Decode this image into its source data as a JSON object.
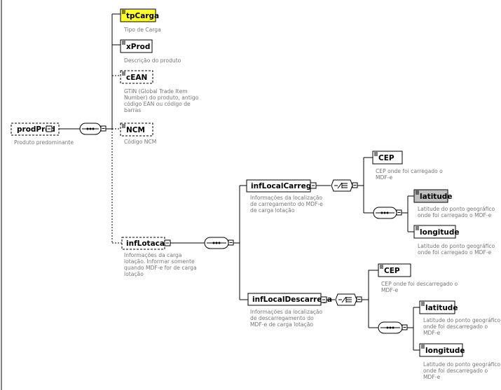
{
  "elements": {
    "prodPred": {
      "name": "prodPred",
      "doc": [
        "Produto predominante"
      ]
    },
    "tpCarga": {
      "name": "tpCarga",
      "doc": [
        "Tipo de Carga"
      ]
    },
    "xProd": {
      "name": "xProd",
      "doc": [
        "Descrição do produto"
      ]
    },
    "cEAN": {
      "name": "cEAN",
      "doc": [
        "GTIN (Global Trade Item",
        "Number) do produto, antigo",
        "código EAN ou código de",
        "barras"
      ]
    },
    "NCM": {
      "name": "NCM",
      "doc": [
        "Código NCM"
      ]
    },
    "infLotacao": {
      "name": "infLotacao",
      "doc": [
        "Informações da carga",
        "lotação. Informar somente",
        "quando MDF-e for de carga",
        "lotação"
      ]
    },
    "infLocalCarrega": {
      "name": "infLocalCarrega",
      "doc": [
        "Informações da localização",
        "de carregamento do MDF-e",
        "de carga lotação"
      ]
    },
    "cepCarrega": {
      "name": "CEP",
      "doc": [
        "CEP onde foi carregado o",
        "MDF-e"
      ]
    },
    "latCarrega": {
      "name": "latitude",
      "doc": [
        "Latitude do ponto geográfico",
        "onde foi carregado o MDF-e"
      ]
    },
    "lonCarrega": {
      "name": "longitude",
      "doc": [
        "Latitude do ponto geográfico",
        "onde foi carregado o MDF-e"
      ]
    },
    "infLocalDescarrega": {
      "name": "infLocalDescarrega",
      "doc": [
        "Informações da localização",
        "de descarregamento do",
        "MDF-e de carga lotação"
      ]
    },
    "cepDescarrega": {
      "name": "CEP",
      "doc": [
        "CEP onde foi descarregado o",
        "MDF-e"
      ]
    },
    "latDescarrega": {
      "name": "latitude",
      "doc": [
        "Latitude do ponto geográfico",
        "onde foi descarregado o",
        "MDF-e"
      ]
    },
    "lonDescarrega": {
      "name": "longitude",
      "doc": [
        "Latitude do ponto geográfico",
        "onde foi descarregado o",
        "MDF-e"
      ]
    }
  },
  "colors": {
    "highlight": "#ffff33",
    "selected": "#c0c0c0",
    "doc_text": "#777777",
    "line": "#000000"
  },
  "icons": {
    "sequence": "sequence-compositor-icon",
    "choice": "choice-compositor-icon",
    "collapse": "collapse-toggle-icon",
    "element_marker": "element-list-icon"
  }
}
